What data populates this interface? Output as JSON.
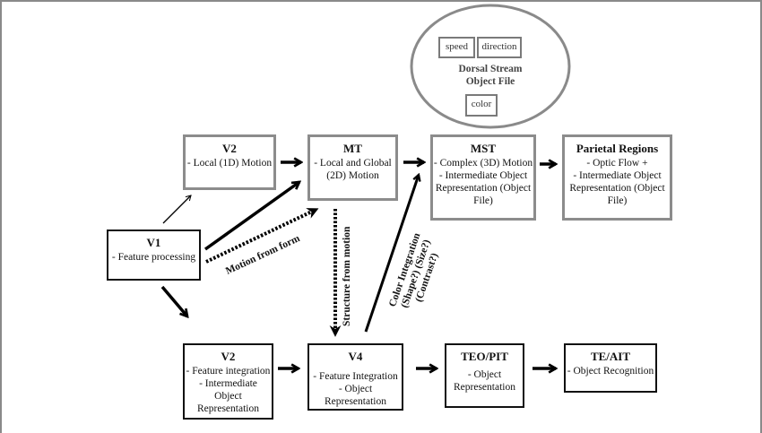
{
  "dorsal_object_file": {
    "features": [
      "speed",
      "direction",
      "color"
    ],
    "label_line1": "Dorsal Stream",
    "label_line2": "Object File"
  },
  "dorsal_stream": [
    {
      "id": "v2-dorsal",
      "title": "V2",
      "lines": [
        "- Local (1D) Motion"
      ]
    },
    {
      "id": "mt",
      "title": "MT",
      "lines": [
        "- Local and Global",
        "(2D) Motion"
      ]
    },
    {
      "id": "mst",
      "title": "MST",
      "lines": [
        "- Complex (3D) Motion",
        "- Intermediate Object",
        "Representation  (Object",
        "File)"
      ]
    },
    {
      "id": "parietal",
      "title": "Parietal Regions",
      "lines": [
        "- Optic Flow +",
        "- Intermediate Object",
        "Representation  (Object",
        "File)"
      ]
    }
  ],
  "v1": {
    "title": "V1",
    "lines": [
      "- Feature processing"
    ]
  },
  "ventral_stream": [
    {
      "id": "v2-ventral",
      "title": "V2",
      "lines": [
        "- Feature integration",
        "- Intermediate Object",
        "Representation"
      ]
    },
    {
      "id": "v4",
      "title": "V4",
      "lines": [
        "- Feature Integration",
        "- Object Representation"
      ]
    },
    {
      "id": "teo-pit",
      "title": "TEO/PIT",
      "lines": [
        "- Object",
        "Representation"
      ]
    },
    {
      "id": "te-ait",
      "title": "TE/AIT",
      "lines": [
        "- Object Recognition"
      ]
    }
  ],
  "connection_labels": {
    "motion_from_form": "Motion from form",
    "structure_from_motion": "Structure from motion",
    "color_integration": [
      "Color Integration",
      "(Shape?) (Size?)",
      "(Contrast?)"
    ]
  },
  "colors": {
    "dorsal_box_border": "#8c8c8c",
    "ventral_box_border": "#111111",
    "arrow": "#000000",
    "frame": "#8a8a8a"
  }
}
